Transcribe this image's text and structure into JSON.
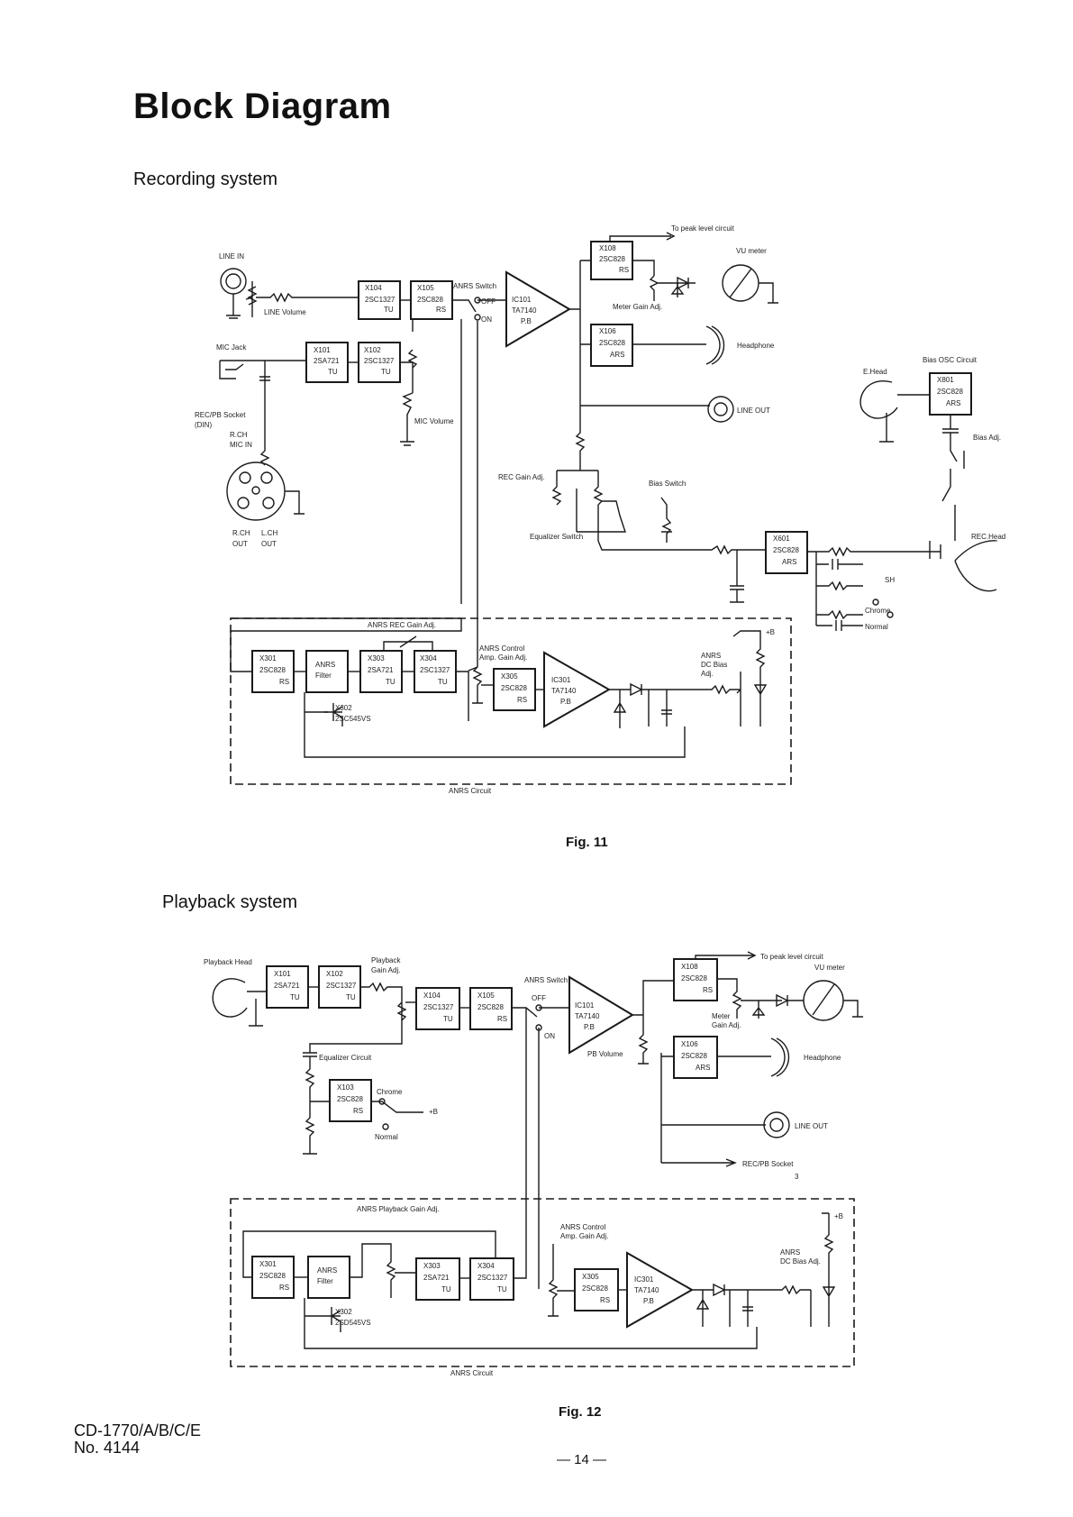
{
  "page": {
    "title": "Block Diagram",
    "fig11": "Fig. 11",
    "fig12": "Fig. 12",
    "model": "CD-1770/A/B/C/E",
    "number": "No. 4144",
    "page_number": "— 14 —"
  },
  "recording": {
    "heading": "Recording system",
    "labels": {
      "line_in": "LINE IN",
      "line_volume": "LINE Volume",
      "mic_jack": "MIC Jack",
      "mic_volume": "MIC Volume",
      "rec_pb_socket": "REC/PB Socket",
      "din": "(DIN)",
      "r_ch": "R.CH",
      "mic_in": "MIC IN",
      "r_ch_out": "R.CH",
      "l_ch_out": "L.CH",
      "out1": "OUT",
      "out2": "OUT",
      "anrs_switch": "ANRS Switch",
      "off": "OFF",
      "on": "ON",
      "to_peak": "To peak level circuit",
      "vu_meter": "VU meter",
      "meter_gain": "Meter Gain Adj.",
      "headphone": "Headphone",
      "line_out": "LINE OUT",
      "rec_gain": "REC Gain Adj.",
      "bias_switch": "Bias Switch",
      "eq_switch": "Equalizer Switch",
      "bias_osc": "Bias OSC Circuit",
      "e_head": "E.Head",
      "bias_adj": "Bias Adj.",
      "rec_head": "REC.Head",
      "sh": "SH",
      "chrome": "Chrome",
      "normal": "Normal",
      "anrs_rec_gain": "ANRS REC Gain Adj.",
      "anrs_control": "ANRS Control",
      "amp_gain": "Amp. Gain Adj.",
      "anrs": "ANRS",
      "dc_bias": "DC Bias",
      "adj": "Adj.",
      "plus_b": "+B",
      "x302": "X302",
      "x302_part": "2SC545VS",
      "anrs_circuit": "ANRS Circuit"
    },
    "blocks": [
      {
        "id": "X104",
        "part": "2SC1327",
        "suffix": "TU"
      },
      {
        "id": "X105",
        "part": "2SC828",
        "suffix": "RS"
      },
      {
        "id": "X101",
        "part": "2SA721",
        "suffix": "TU"
      },
      {
        "id": "X102",
        "part": "2SC1327",
        "suffix": "TU"
      },
      {
        "id": "IC101",
        "part": "TA7140",
        "suffix": "P.B"
      },
      {
        "id": "X108",
        "part": "2SC828",
        "suffix": "RS"
      },
      {
        "id": "X106",
        "part": "2SC828",
        "suffix": "ARS"
      },
      {
        "id": "X801",
        "part": "2SC828",
        "suffix": "ARS"
      },
      {
        "id": "X601",
        "part": "2SC828",
        "suffix": "ARS"
      },
      {
        "id": "X301",
        "part": "2SC828",
        "suffix": "RS"
      },
      {
        "id": "ANRS",
        "part": "Filter",
        "suffix": ""
      },
      {
        "id": "X303",
        "part": "2SA721",
        "suffix": "TU"
      },
      {
        "id": "X304",
        "part": "2SC1327",
        "suffix": "TU"
      },
      {
        "id": "X305",
        "part": "2SC828",
        "suffix": "RS"
      },
      {
        "id": "IC301",
        "part": "TA7140",
        "suffix": "P.B"
      }
    ]
  },
  "playback": {
    "heading": "Playback system",
    "labels": {
      "playback_head": "Playback Head",
      "playback": "Playback",
      "gain_adj": "Gain Adj.",
      "anrs_switch": "ANRS Switch",
      "off": "OFF",
      "on": "ON",
      "to_peak": "To peak level circuit",
      "vu_meter": "VU meter",
      "meter": "Meter",
      "gain_adj2": "Gain Adj.",
      "pb_volume": "PB Volume",
      "headphone": "Headphone",
      "line_out": "LINE OUT",
      "rec_pb_socket": "REC/PB Socket",
      "socket_num": "3",
      "eq_circuit": "Equalizer Circuit",
      "chrome": "Chrome",
      "normal": "Normal",
      "plus_b": "+B",
      "anrs_pb_gain": "ANRS Playback Gain Adj.",
      "anrs_control": "ANRS Control",
      "amp_gain": "Amp. Gain Adj.",
      "anrs": "ANRS",
      "dc_bias": "DC Bias Adj.",
      "plus_b2": "+B",
      "x302": "X302",
      "x302_part": "2SD545VS",
      "anrs_circuit": "ANRS Circuit"
    },
    "blocks": [
      {
        "id": "X101",
        "part": "2SA721",
        "suffix": "TU"
      },
      {
        "id": "X102",
        "part": "2SC1327",
        "suffix": "TU"
      },
      {
        "id": "X104",
        "part": "2SC1327",
        "suffix": "TU"
      },
      {
        "id": "X105",
        "part": "2SC828",
        "suffix": "RS"
      },
      {
        "id": "IC101",
        "part": "TA7140",
        "suffix": "P.B"
      },
      {
        "id": "X108",
        "part": "2SC828",
        "suffix": "RS"
      },
      {
        "id": "X106",
        "part": "2SC828",
        "suffix": "ARS"
      },
      {
        "id": "X103",
        "part": "2SC828",
        "suffix": "RS"
      },
      {
        "id": "X301",
        "part": "2SC828",
        "suffix": "RS"
      },
      {
        "id": "ANRS",
        "part": "Filter",
        "suffix": ""
      },
      {
        "id": "X303",
        "part": "2SA721",
        "suffix": "TU"
      },
      {
        "id": "X304",
        "part": "2SC1327",
        "suffix": "TU"
      },
      {
        "id": "X305",
        "part": "2SC828",
        "suffix": "RS"
      },
      {
        "id": "IC301",
        "part": "TA7140",
        "suffix": "P.B"
      }
    ]
  }
}
